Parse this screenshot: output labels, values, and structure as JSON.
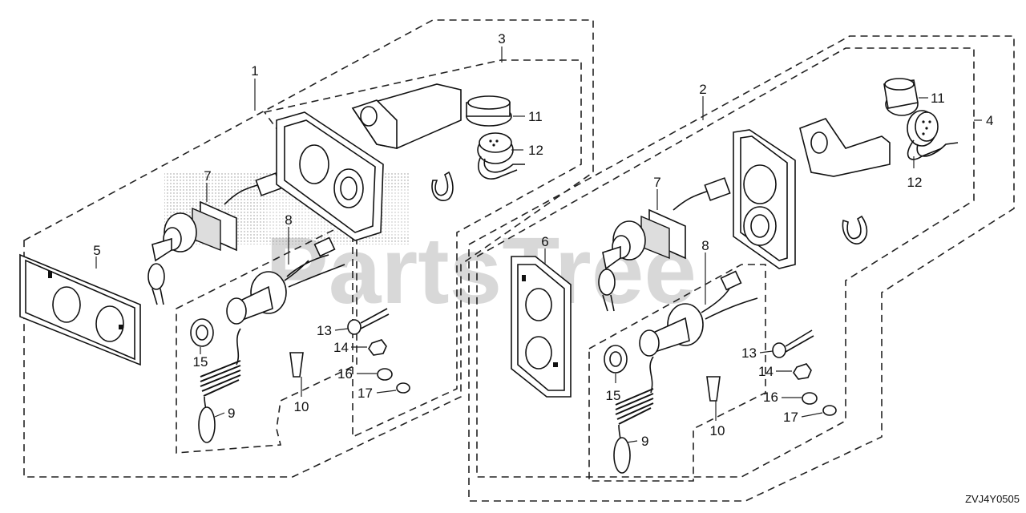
{
  "diagram_code": "ZVJ4Y0505",
  "watermark": "PartsTree",
  "left_assembly": {
    "callouts": {
      "c1": "1",
      "c3": "3",
      "c5": "5",
      "c7": "7",
      "c8": "8",
      "c9": "9",
      "c10": "10",
      "c11": "11",
      "c12": "12",
      "c13": "13",
      "c14": "14",
      "c15": "15",
      "c16": "16",
      "c17": "17"
    }
  },
  "right_assembly": {
    "callouts": {
      "c2": "2",
      "c4": "4",
      "c6": "6",
      "c7": "7",
      "c8": "8",
      "c9": "9",
      "c10": "10",
      "c11": "11",
      "c12": "12",
      "c13": "13",
      "c14": "14",
      "c15": "15",
      "c16": "16",
      "c17": "17"
    }
  }
}
